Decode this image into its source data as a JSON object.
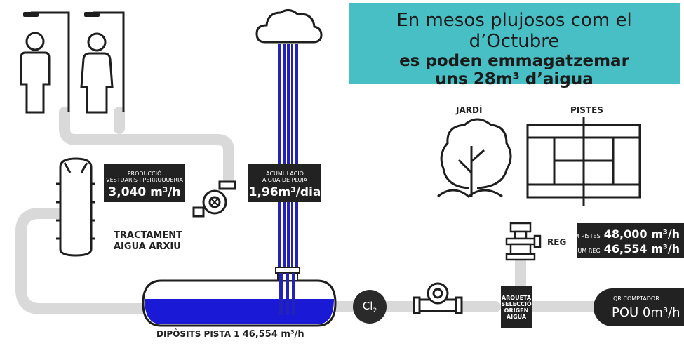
{
  "banner": {
    "line1": "En mesos plujosos com el d’Octubre",
    "line2": "es poden emmagatzemar",
    "line3": "uns 28m³ d’aigua"
  },
  "produccio": {
    "small_line1": "PRODUCCIÓ",
    "small_line2": "VESTUARIS I PERRUQUERIA",
    "value": "3,040 m³/h"
  },
  "acumulacio": {
    "small_line1": "ACUMULACIÓ",
    "small_line2": "AIGUA DE PLUJA",
    "value": "1,96m³/dia"
  },
  "tractament": {
    "line1": "TRACTAMENT",
    "line2": "AIGUA ARXIU"
  },
  "jardi_label": "JARDÍ",
  "pistes_label": "PISTES",
  "reg_label": "REG",
  "consum": {
    "pistes_small": "CONSUM PISTES",
    "pistes_value": "48,000 m³/h",
    "reg_small": "CONSUM REG",
    "reg_value": "46,554 m³/h"
  },
  "arqueta": {
    "line1": "ARQUETA",
    "line2": "SELECCIÓ",
    "line3": "ORIGEN",
    "line4": "AIGUA"
  },
  "pou": {
    "small": "QR COMPTADOR",
    "value": "POU  0m³/h"
  },
  "cl2": {
    "text": "Cl",
    "sub": "2"
  },
  "diposits": {
    "label": "DIPÒSITS PISTA 1",
    "value": "46,554 m³/h"
  },
  "colors": {
    "pipe": "#d9d9d9",
    "banner": "#48bfc4",
    "water": "#1a1ad6",
    "rain": "#2323b8",
    "dark": "#222222"
  },
  "icons": [
    "shower-man-icon",
    "shower-woman-icon",
    "cloud-icon",
    "pump-icon",
    "tank-icon",
    "tree-icon",
    "tennis-court-icon",
    "irrigation-valve-icon",
    "flow-meter-icon"
  ]
}
